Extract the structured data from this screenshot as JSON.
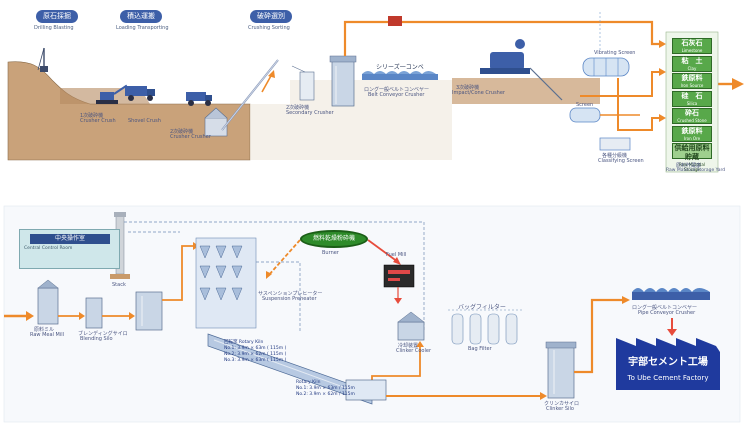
{
  "stages": [
    {
      "jp": "原石採掘",
      "en": "Drilling Blasting"
    },
    {
      "jp": "積込運搬",
      "en": "Loading Transporting"
    },
    {
      "jp": "破砕選別",
      "en": "Crushing Sorting"
    }
  ],
  "top_labels": {
    "crusher_1": "1次破砕機",
    "crusher_1_en": "Crusher Crush",
    "shovel": "Shovel Crush",
    "crusher_2": "2次破砕機",
    "crusher_2_en": "Crusher Crusher",
    "secondary": "2次破砕機",
    "secondary_en": "Secondary Crusher",
    "conveyor_jp": "シリーズ一コンベ",
    "long_belt": "ロング一般ベルトコンベヤー",
    "long_belt_en": "Belt Conveyor Crusher",
    "tertiary": "3次破砕機",
    "tertiary_en": "Impact/Cone Crusher",
    "screen": "Vibrating Screen",
    "screen2": "Screen",
    "classifier": "各種分級機",
    "classifier_en": "Classifying Screen"
  },
  "storage": [
    {
      "jp": "石灰石",
      "en": "Limestone",
      "pale": false
    },
    {
      "jp": "粘　土",
      "en": "Clay",
      "pale": false
    },
    {
      "jp": "鉄原料",
      "en": "Iron Source",
      "pale": false
    },
    {
      "jp": "硅　石",
      "en": "Silica",
      "pale": false
    },
    {
      "jp": "砕石",
      "en": "Crushed Stone",
      "pale": false
    },
    {
      "jp": "鉄原料",
      "en": "Iron Ore",
      "pale": false
    },
    {
      "jp": "供給用原料貯蔵",
      "en": "Raw Material Storage",
      "pale": true
    }
  ],
  "storage_caption_jp": "原料貯蔵庫",
  "storage_caption_en": "Raw Material Storage Yard",
  "control_room": {
    "title": "中央操作室",
    "sub": "Central Control Room"
  },
  "bottom_labels": {
    "chimney": "Stack",
    "raw_mill": "原料ミル",
    "raw_mill_en": "Raw Meal Mill",
    "blending": "ブレンディングサイロ",
    "blending_en": "Blending Silo",
    "preheater": "サスペンションプレヒーター",
    "preheater_en": "Suspension Preheater",
    "cooler": "冷却装置",
    "cooler_en": "Clinker Cooler",
    "clinker_silo": "クリンカサイロ",
    "clinker_silo_en": "Clinker Silo",
    "bag_filter": "バッグフィルター",
    "bag_filter_en": "Bag Filter",
    "kiln_spec_1": "No.1: 3.9m × 63m ( 115m )",
    "kiln_spec_2": "No.2: 3.9m × 62m ( 115m )",
    "kiln_spec_3": "No.3: 3.9m × 63m ( 115m )",
    "kiln_title": "回転窯 Rotary Kiln",
    "kiln2_title": "Rotary Kiln",
    "kiln2_spec_1": "No.1: 3.9m × 63m / 115m",
    "kiln2_spec_2": "No.2: 3.9m × 62m / 115m",
    "ship_conveyor": "ロング一般ベルトコンベヤー",
    "ship_conveyor_en": "Pipe Conveyor Crusher",
    "fuel_mill": "Fuel Mill",
    "fuel_jp": "燃料乾燥粉砕機",
    "fuel_en": "Burner"
  },
  "destination": {
    "jp": "宇部セメント工場",
    "en": "To Ube Cement Factory"
  }
}
